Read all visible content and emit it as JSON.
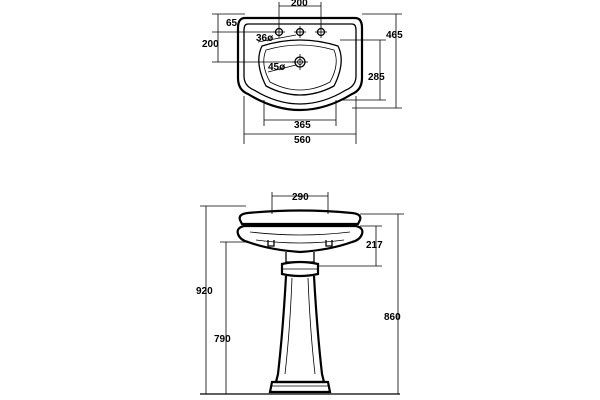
{
  "top_view": {
    "dim_tap_spacing": "200",
    "dim_tap_offset": "65",
    "dim_front_depth": "200",
    "dim_tap_hole": "36ø",
    "dim_waste_hole": "45ø",
    "dim_total_depth": "465",
    "dim_bowl_depth": "285",
    "dim_bowl_width": "365",
    "dim_total_width": "560"
  },
  "front_view": {
    "dim_pedestal_top": "290",
    "dim_basin_height": "217",
    "dim_total_height": "920",
    "dim_rim_height": "860",
    "dim_underside_height": "790"
  }
}
